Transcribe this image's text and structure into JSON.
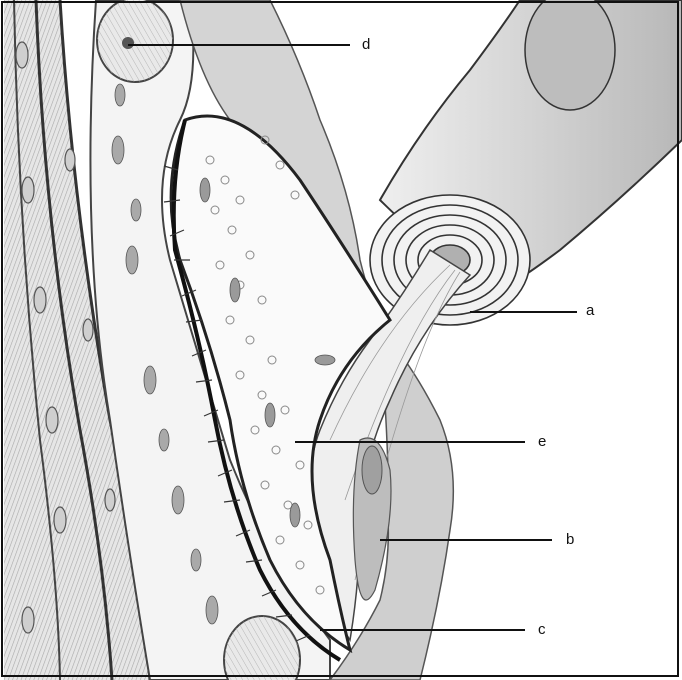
{
  "figure": {
    "labels": {
      "a": "a",
      "b": "b",
      "c": "c",
      "d": "d",
      "e": "e"
    }
  }
}
